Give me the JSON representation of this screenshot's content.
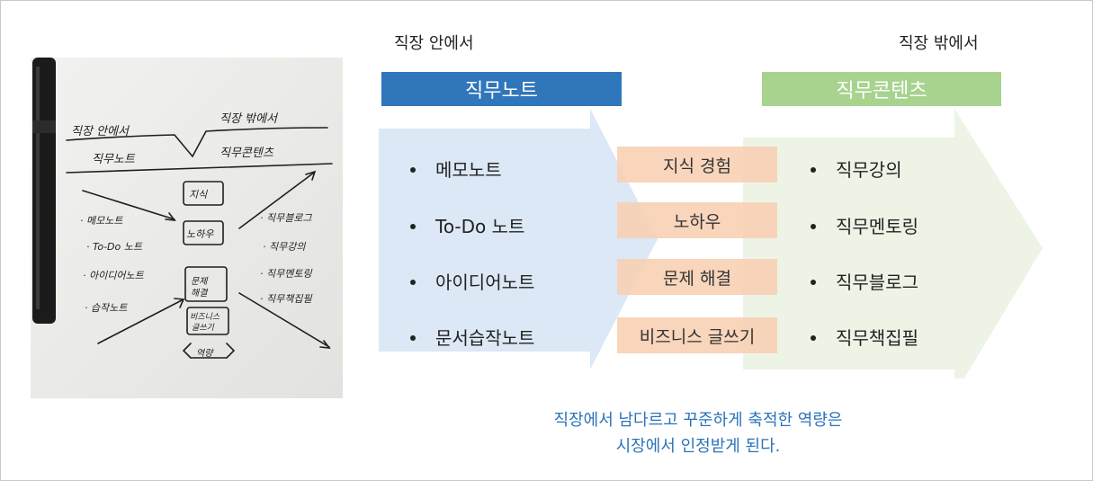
{
  "headings": {
    "inside": "직장 안에서",
    "outside": "직장 밖에서"
  },
  "banners": {
    "left": "직무노트",
    "right": "직무콘텐츠"
  },
  "left_items": [
    "메모노트",
    "To-Do 노트",
    "아이디어노트",
    "문서습작노트"
  ],
  "middle_items": [
    "지식 경험",
    "노하우",
    "문제 해결",
    "비즈니스 글쓰기"
  ],
  "right_items": [
    "직무강의",
    "직무멘토링",
    "직무블로그",
    "직무책집필"
  ],
  "caption": [
    "직장에서 남다르고 꾸준하게 축적한 역량은",
    "시장에서 인정받게 된다."
  ],
  "colors": {
    "blue_banner": "#2f76bb",
    "green_banner": "#a7d38e",
    "blue_arrow": "#dce8f5",
    "green_arrow": "#edf4e6",
    "pill": "#f8d2b6",
    "caption": "#2a73b8"
  }
}
